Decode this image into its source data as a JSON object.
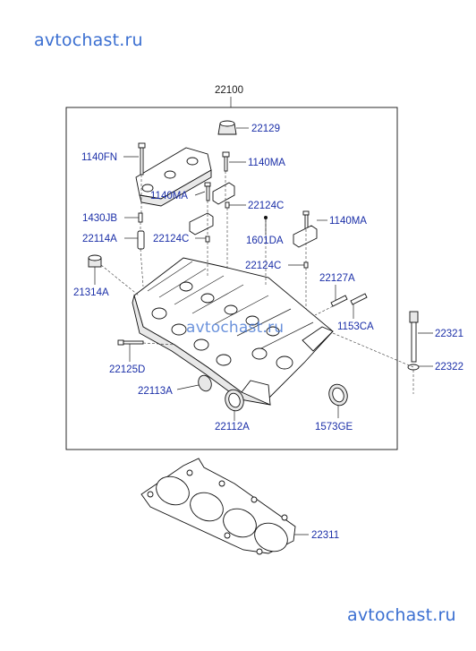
{
  "watermarks": {
    "top": "avtochast.ru",
    "middle": "avtochast.ru",
    "bottom": "avtochast.ru"
  },
  "labels": {
    "p22100": "22100",
    "p22129": "22129",
    "p1140FN": "1140FN",
    "p1140MA_a": "1140MA",
    "p1140MA_b": "1140MA",
    "p1140MA_c": "1140MA",
    "p22124C_a": "22124C",
    "p22124C_b": "22124C",
    "p22124C_c": "22124C",
    "p1430JB": "1430JB",
    "p1601DA": "1601DA",
    "p22114A": "22114A",
    "p21314A": "21314A",
    "p22127A": "22127A",
    "p1153CA": "1153CA",
    "p22321": "22321",
    "p22322": "22322",
    "p22125D": "22125D",
    "p22113A": "22113A",
    "p22112A": "22112A",
    "p1573GE": "1573GE",
    "p22311": "22311"
  },
  "colors": {
    "watermark": "#3b6fd1",
    "label_blue": "#1b2fa8",
    "line": "#111111"
  }
}
